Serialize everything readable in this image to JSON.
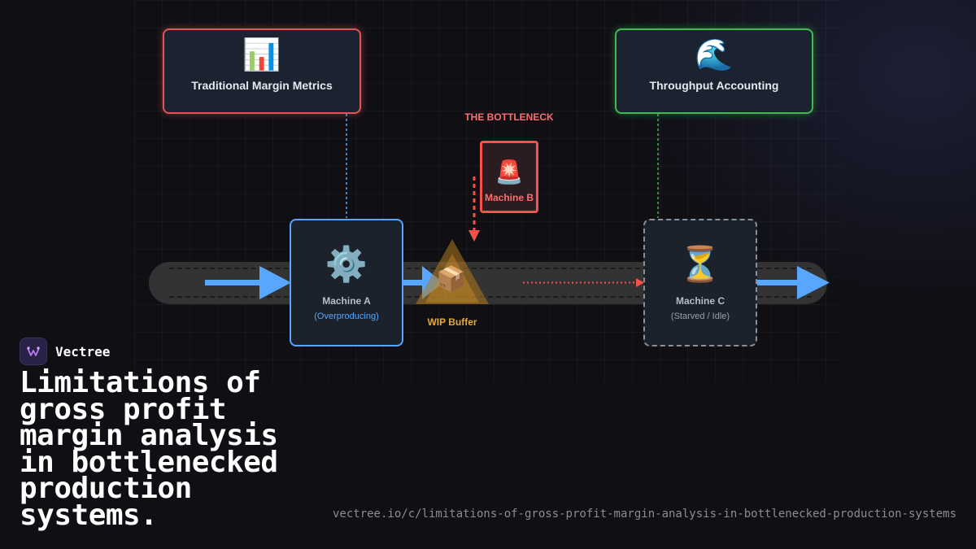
{
  "diagram": {
    "metrics": {
      "traditional": {
        "icon": "📊",
        "icon_name": "bar-chart-icon",
        "label": "Traditional Margin Metrics",
        "color": "#e05555"
      },
      "throughput": {
        "icon": "🌊",
        "icon_name": "wave-icon",
        "label": "Throughput Accounting",
        "color": "#3fb950"
      }
    },
    "bottleneck_label": "THE BOTTLENECK",
    "machine_a": {
      "icon": "⚙️",
      "icon_name": "gear-icon",
      "name": "Machine A",
      "sub": "(Overproducing)",
      "color": "#58a6ff"
    },
    "machine_b": {
      "icon": "🚨",
      "icon_name": "siren-icon",
      "name": "Machine B",
      "color": "#f85149"
    },
    "machine_c": {
      "icon": "⏳",
      "icon_name": "hourglass-icon",
      "name": "Machine C",
      "sub": "(Starved / Idle)",
      "color": "#8b8f98"
    },
    "wip_buffer": {
      "icon": "📦",
      "icon_name": "package-icon",
      "label": "WIP Buffer",
      "color": "#e3a93b"
    }
  },
  "brand": {
    "name": "Vectree",
    "logo_icon": "vectree-logo-icon"
  },
  "headline": "Limitations of gross profit margin analysis in bottlenecked production systems.",
  "url": "vectree.io/c/limitations-of-gross-profit-margin-analysis-in-bottlenecked-production-systems"
}
